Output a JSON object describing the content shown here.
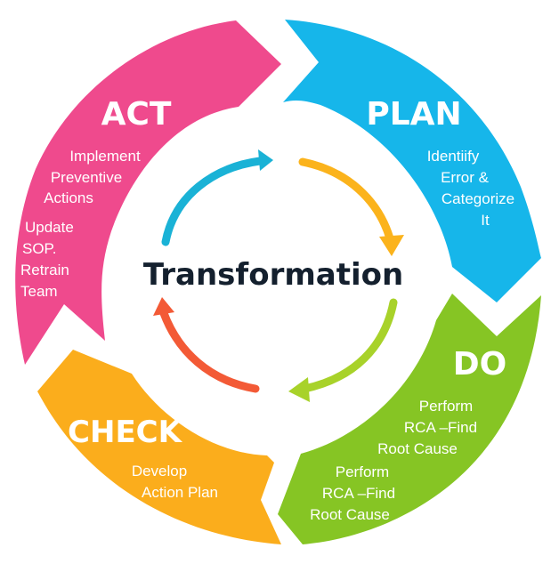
{
  "center": {
    "title": "Transformation"
  },
  "colors": {
    "act": "#ef4a8d",
    "plan": "#16b6ea",
    "do": "#86c524",
    "check": "#fbad1c",
    "arrow_blue": "#1ab2d6",
    "arrow_yellow": "#fbb31c",
    "arrow_green": "#a8d22a",
    "arrow_red": "#f35a36",
    "center_text": "#14202e"
  },
  "segments": {
    "act": {
      "title": "ACT",
      "lines": [
        "Implement",
        "Preventive",
        "Actions",
        "Update",
        "SOP.",
        "Retrain",
        "Team"
      ]
    },
    "plan": {
      "title": "PLAN",
      "lines": [
        "Identiify",
        "Error &",
        "Categorize",
        "It"
      ]
    },
    "do": {
      "title": "DO",
      "lines": [
        "Perform",
        "RCA –Find",
        "Root Cause",
        "Perform",
        "RCA –Find",
        "Root Cause"
      ]
    },
    "check": {
      "title": "CHECK",
      "lines": [
        "Develop",
        "Action Plan"
      ]
    }
  }
}
